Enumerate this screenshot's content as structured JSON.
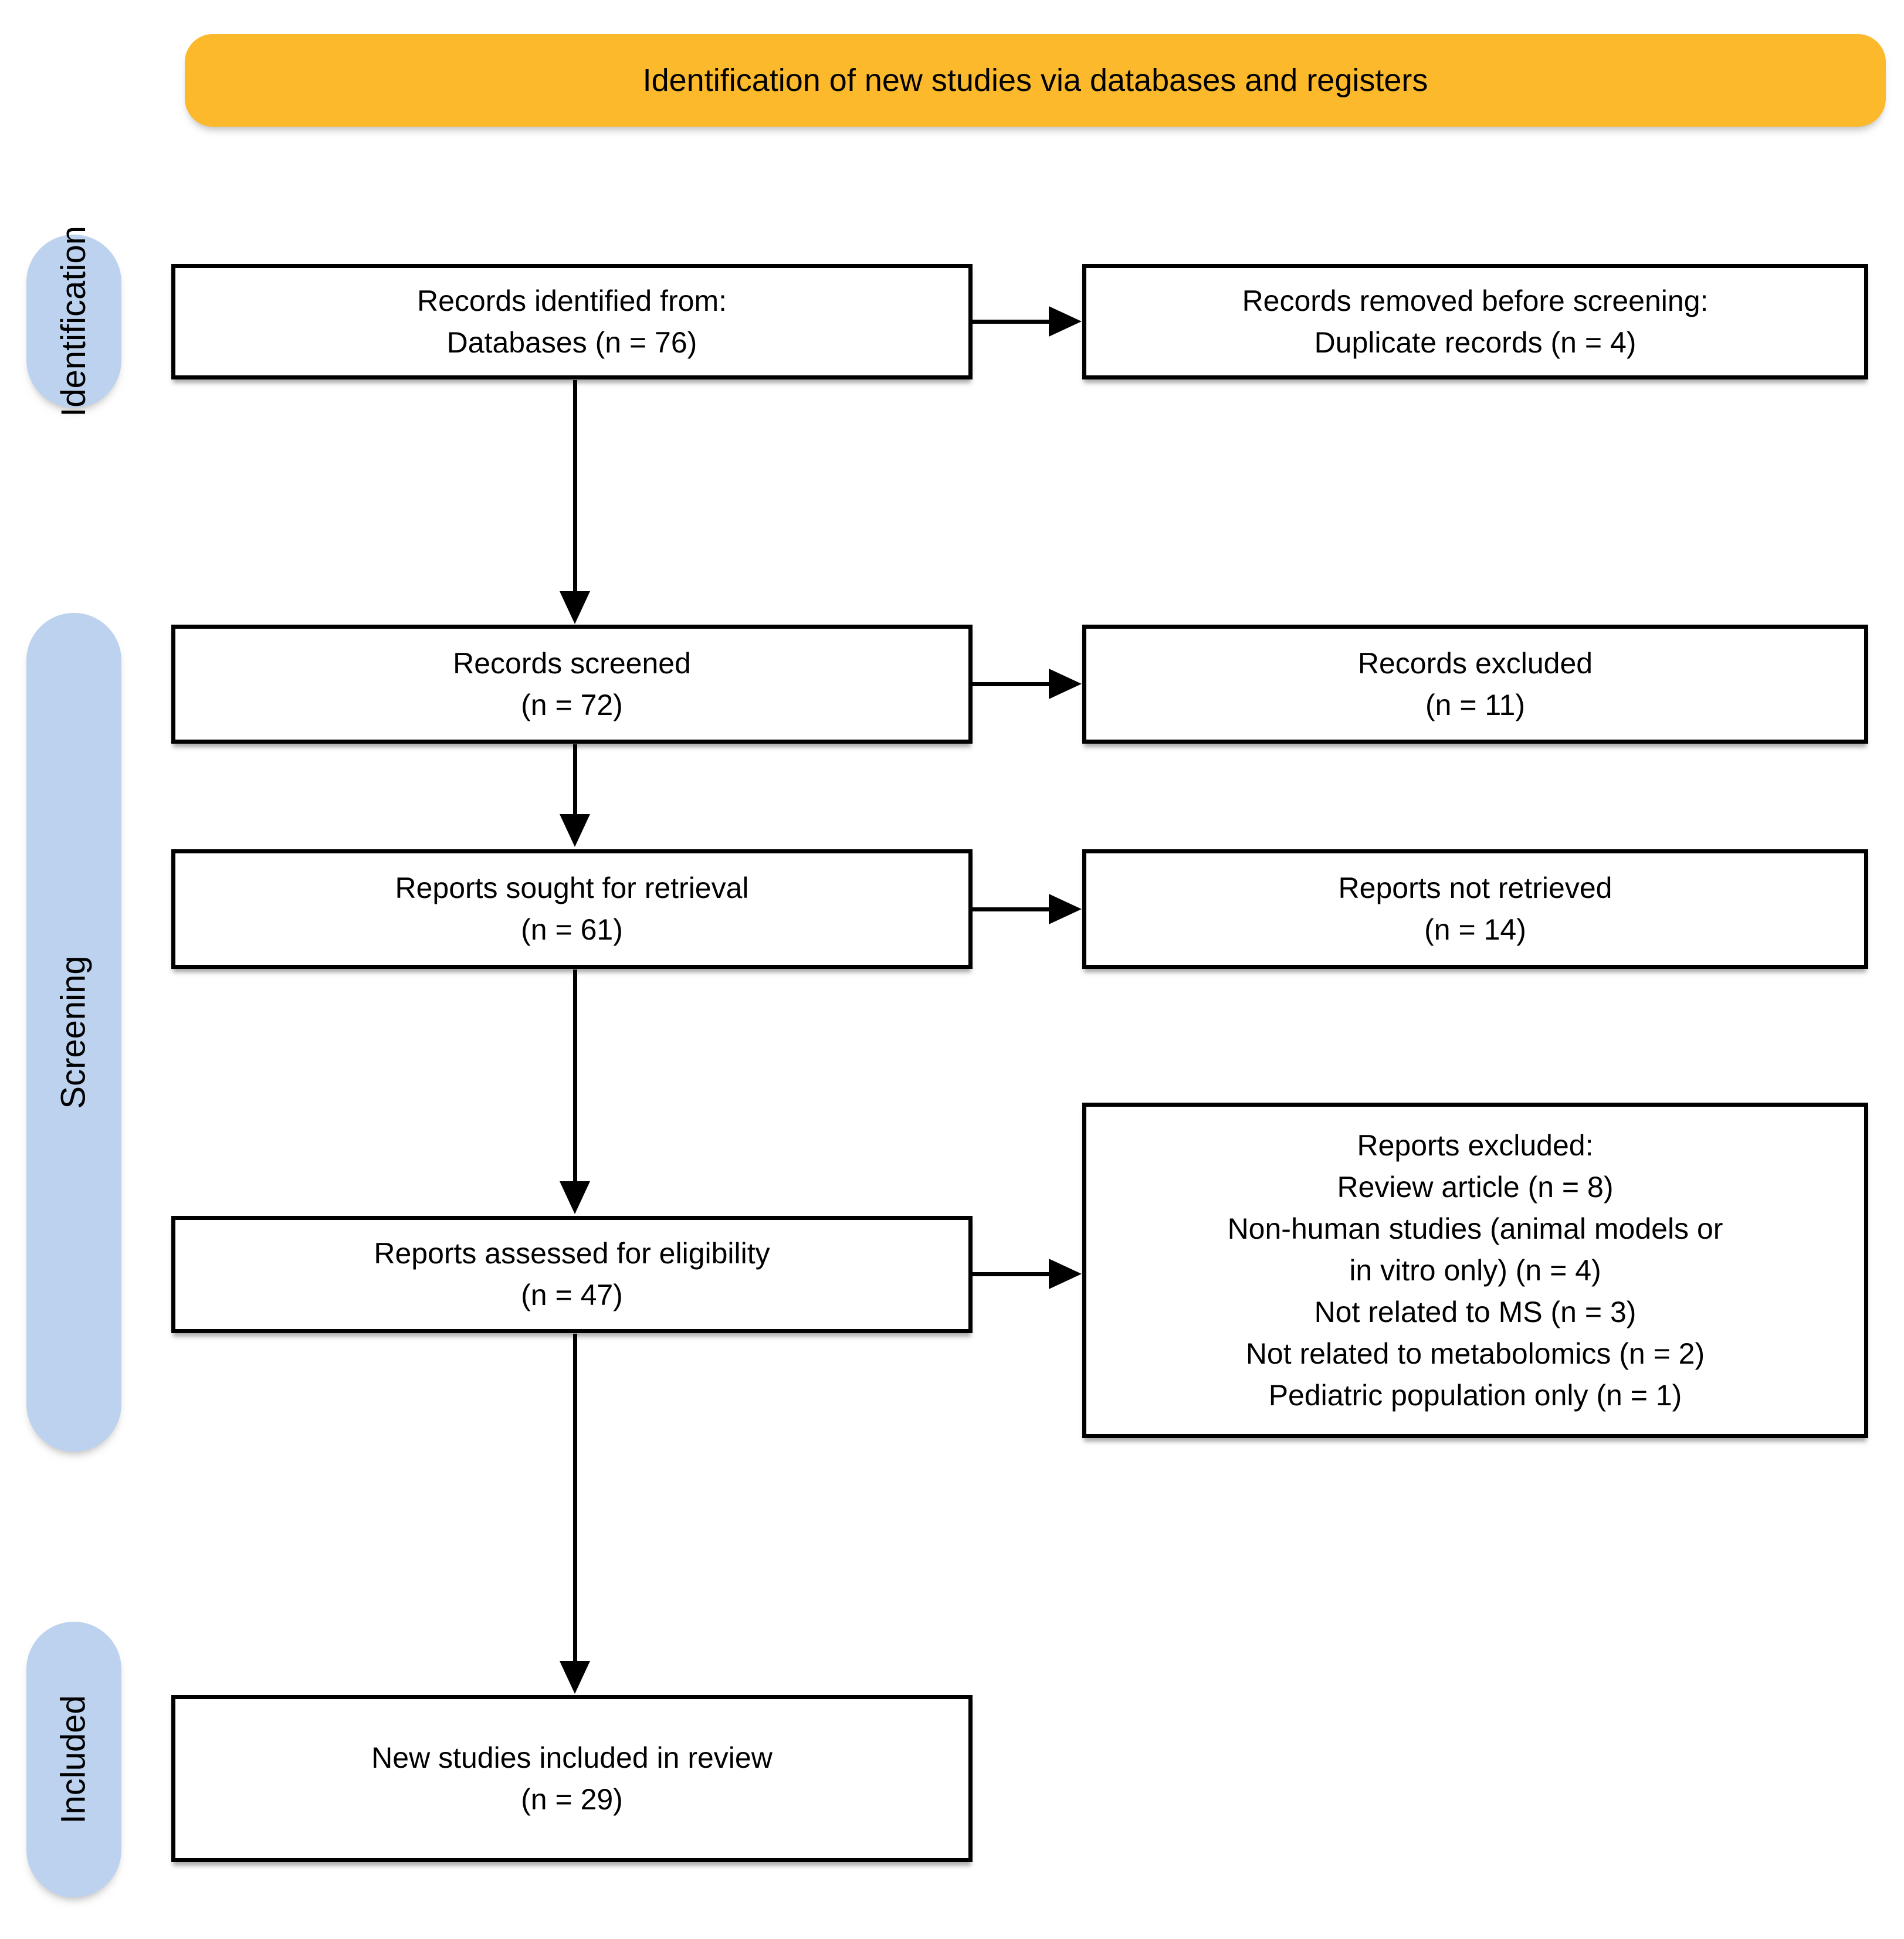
{
  "banner": {
    "title": "Identification of new studies via databases and registers"
  },
  "stages": {
    "identification": "Identification",
    "screening": "Screening",
    "included": "Included"
  },
  "boxes": {
    "records_identified": "Records identified from:\nDatabases (n = 76)",
    "records_removed": "Records removed before screening:\nDuplicate records (n = 4)",
    "records_screened": "Records screened\n(n = 72)",
    "records_excluded": "Records excluded\n(n = 11)",
    "reports_sought": "Reports sought for retrieval\n(n = 61)",
    "reports_not_retrieved": "Reports not retrieved\n(n = 14)",
    "reports_assessed": "Reports assessed for eligibility\n(n = 47)",
    "reports_excluded": "Reports excluded:\nReview article (n = 8)\nNon-human studies (animal models or\nin vitro only) (n = 4)\nNot related to MS (n = 3)\nNot related to metabolomics (n = 2)\nPediatric population only (n = 1)",
    "new_studies_included": "New studies included in review\n(n = 29)"
  },
  "colors": {
    "banner": "#FBB92B",
    "stage_pill": "#BDD2EE",
    "box_border": "#000000",
    "arrow": "#000000",
    "background": "#FFFFFF"
  }
}
